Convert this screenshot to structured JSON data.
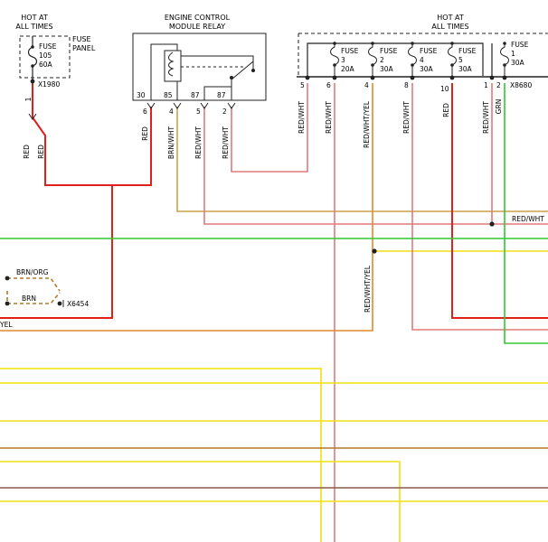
{
  "left_source": {
    "title_line1": "HOT AT",
    "title_line2": "ALL TIMES",
    "panel_line1": "FUSE",
    "panel_line2": "PANEL",
    "fuse": {
      "name": "FUSE",
      "number": "105",
      "rating": "60A"
    },
    "connector": "X1980"
  },
  "relay": {
    "title_line1": "ENGINE CONTROL",
    "title_line2": "MODULE RELAY",
    "pins": [
      {
        "num": "30",
        "wire_pin": "6",
        "wire": "RED",
        "color": "#e0201a"
      },
      {
        "num": "85",
        "wire_pin": "4",
        "wire": "BRN/WHT",
        "color": "#c9a24a"
      },
      {
        "num": "87",
        "wire_pin": "5",
        "wire": "RED/WHT",
        "color": "#e27a7a"
      },
      {
        "num": "87",
        "wire_pin": "2",
        "wire": "RED/WHT",
        "color": "#e27a7a"
      }
    ]
  },
  "right_source": {
    "title_line1": "HOT AT",
    "title_line2": "ALL TIMES",
    "connector": "X8680",
    "fuses": [
      {
        "name": "FUSE",
        "number": "3",
        "rating": "20A"
      },
      {
        "name": "FUSE",
        "number": "2",
        "rating": "30A"
      },
      {
        "name": "FUSE",
        "number": "4",
        "rating": "30A"
      },
      {
        "name": "FUSE",
        "number": "5",
        "rating": "30A"
      },
      {
        "name": "FUSE",
        "number": "1",
        "rating": "30A"
      }
    ],
    "pins": [
      {
        "num": "5",
        "wire": "RED/WHT"
      },
      {
        "num": "6",
        "wire": "RED/WHT"
      },
      {
        "num": "4",
        "wire": "RED/WHT/YEL"
      },
      {
        "num": "8",
        "wire": "RED/WHT"
      },
      {
        "num": "10",
        "wire": "RED"
      },
      {
        "num": "1",
        "wire": "RED/WHT"
      },
      {
        "num": "2",
        "wire": "GRN"
      }
    ]
  },
  "wire_labels": {
    "red_1": "RED",
    "red_2": "RED",
    "red_wht_right": "RED/WHT",
    "red_wht_yel_lower": "RED/WHT/YEL",
    "brn_org": "BRN/ORG",
    "brn": "BRN",
    "yel_left": "YEL"
  },
  "connectors": {
    "x6454": "X6454"
  },
  "colors": {
    "red": "#e0201a",
    "red_wht": "#e27a7a",
    "red_wht_yel": "#e08a2a",
    "brn_wht": "#c9a24a",
    "brn": "#b07a2a",
    "green": "#32c832",
    "yellow": "#f0e010",
    "dark": "#222222"
  }
}
